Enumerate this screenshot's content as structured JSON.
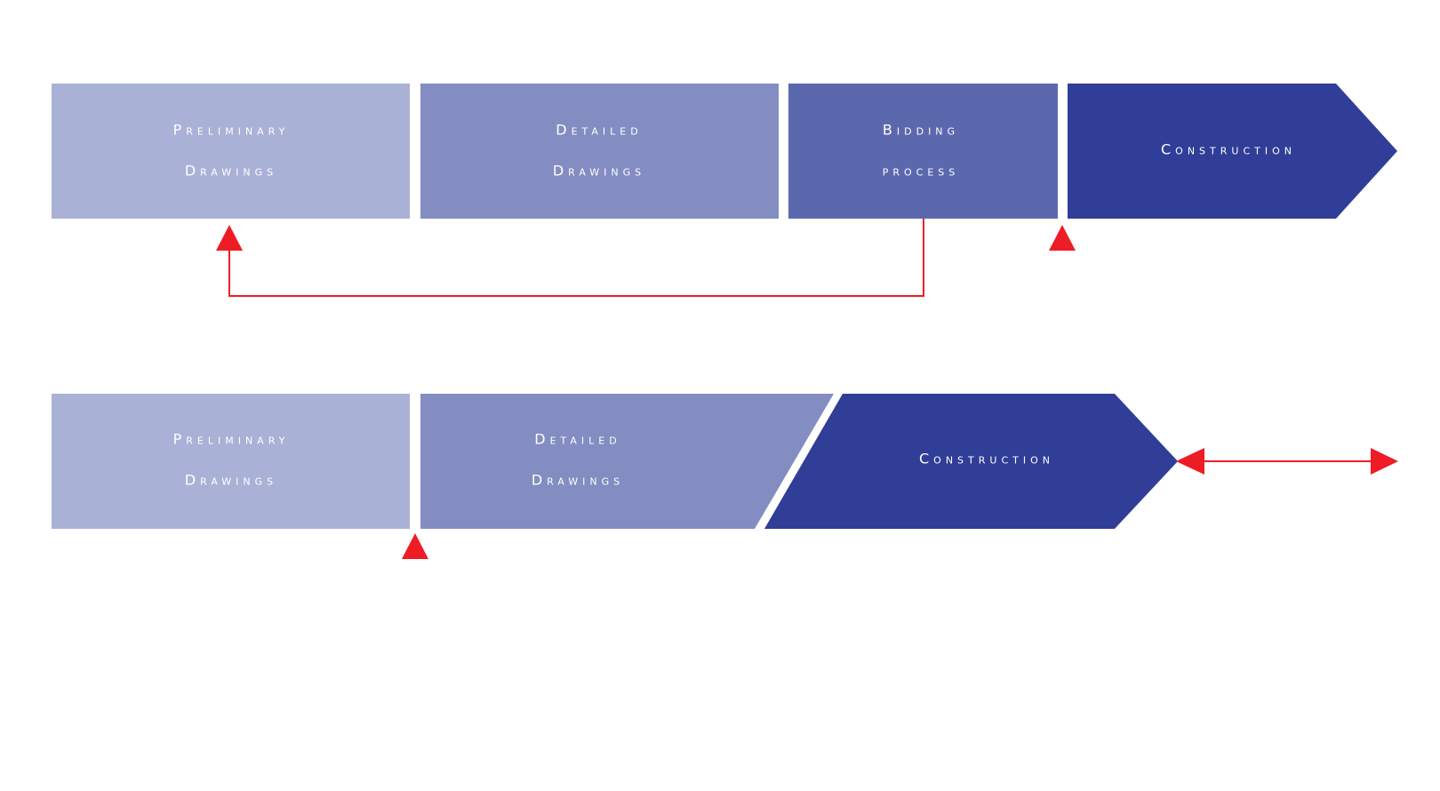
{
  "colors": {
    "stage_light": "#aab1d6",
    "stage_medium": "#838dc2",
    "stage_dark": "#5c68ae",
    "stage_construction": "#303e98",
    "marker_red": "#ee1c25",
    "label_text": "#ffffff"
  },
  "sequential_process": {
    "preliminary": {
      "line1": "Preliminary",
      "line2": "Drawings"
    },
    "detailed": {
      "line1": "Detailed",
      "line2": "Drawings"
    },
    "bidding": {
      "line1": "Bidding",
      "line2": "process"
    },
    "construction": {
      "line1": "Construction"
    }
  },
  "overlapped_process": {
    "preliminary": {
      "line1": "Preliminary",
      "line2": "Drawings"
    },
    "detailed": {
      "line1": "Detailed",
      "line2": "Drawings"
    },
    "construction": {
      "line1": "Construction"
    }
  }
}
